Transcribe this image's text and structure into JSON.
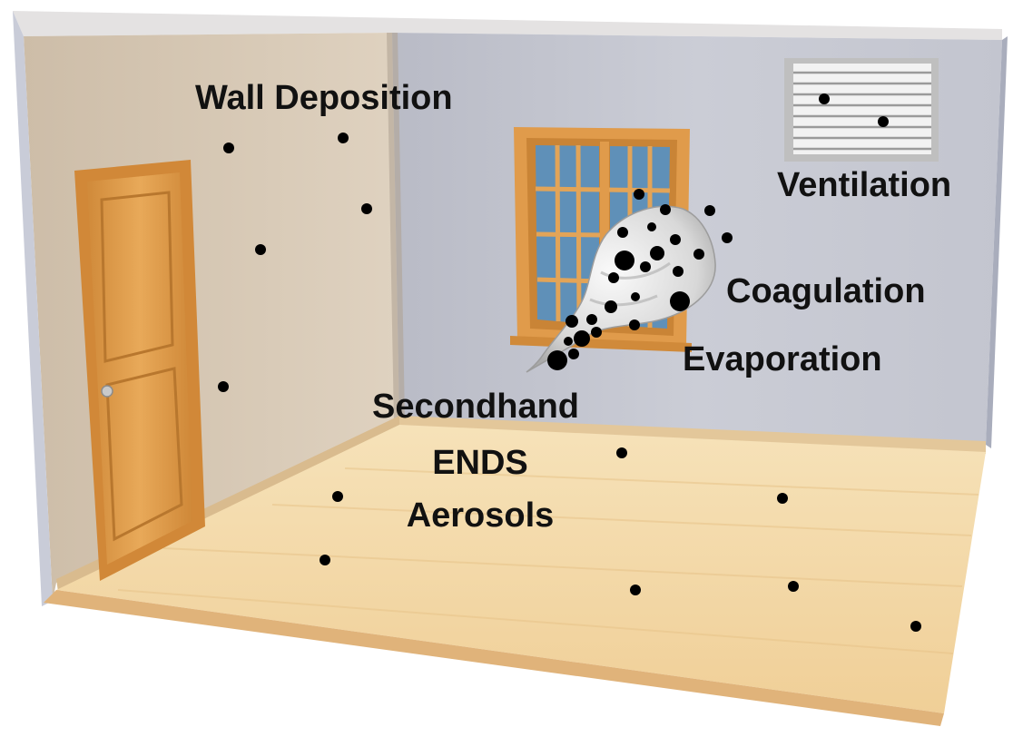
{
  "labels": {
    "wall_deposition": "Wall Deposition",
    "ventilation": "Ventilation",
    "coagulation": "Coagulation",
    "evaporation": "Evaporation",
    "source_line1": "Secondhand",
    "source_line2": "ENDS",
    "source_line3": "Aerosols"
  },
  "colors": {
    "left_wall": "#d8cab7",
    "back_wall": "#c6c8d2",
    "floor": "#f1d5a2",
    "door": "#dc9a48",
    "window_frame": "#e09b4b",
    "glass": "#5f90b8",
    "particle": "#000000",
    "label": "#111111"
  }
}
